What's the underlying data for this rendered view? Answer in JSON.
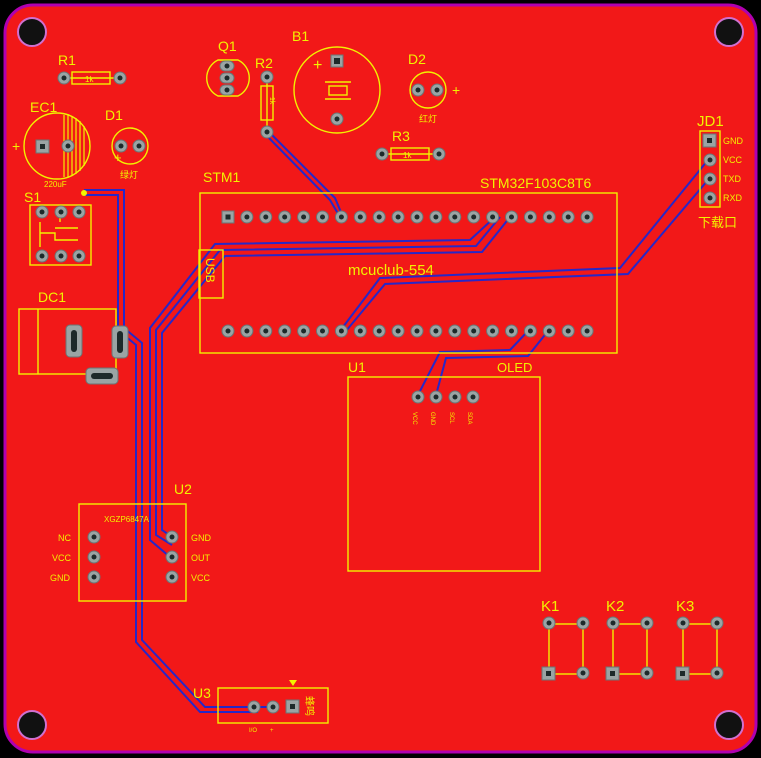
{
  "board": {
    "colors": {
      "copper": "#f21818",
      "outline": "#b000b0",
      "silkscreen": "#f2f200",
      "trace": "#2727c8",
      "pad": "#9aa4a4"
    }
  },
  "components": {
    "r1": {
      "ref": "R1",
      "value": "1k"
    },
    "q1": {
      "ref": "Q1"
    },
    "r2": {
      "ref": "R2",
      "value": "1k"
    },
    "b1": {
      "ref": "B1",
      "polarity": "+"
    },
    "d2": {
      "ref": "D2",
      "label": "红灯",
      "polarity": "+"
    },
    "ec1": {
      "ref": "EC1",
      "value": "220uF",
      "polarity": "+"
    },
    "d1": {
      "ref": "D1",
      "label": "绿灯",
      "polarity": "+"
    },
    "r3": {
      "ref": "R3",
      "value": "1k"
    },
    "s1": {
      "ref": "S1"
    },
    "dc1": {
      "ref": "DC1"
    },
    "stm1": {
      "ref": "STM1",
      "part": "STM32F103C8T6",
      "mark": "mcuclub-554",
      "usb": "USB"
    },
    "jd1": {
      "ref": "JD1",
      "pins": [
        "GND",
        "VCC",
        "TXD",
        "RXD"
      ],
      "label": "下载口"
    },
    "u1": {
      "ref": "U1",
      "label": "OLED",
      "pins": [
        "VCC",
        "GND",
        "SCL",
        "SDA"
      ]
    },
    "u2": {
      "ref": "U2",
      "part": "XGZP6847A",
      "left_pins": [
        "NC",
        "VCC",
        "GND"
      ],
      "right_pins": [
        "GND",
        "OUT",
        "VCC"
      ]
    },
    "u3": {
      "ref": "U3",
      "label": "蜂鸣",
      "pins": [
        "I/O",
        "+",
        ""
      ]
    },
    "k1": {
      "ref": "K1"
    },
    "k2": {
      "ref": "K2"
    },
    "k3": {
      "ref": "K3"
    }
  }
}
